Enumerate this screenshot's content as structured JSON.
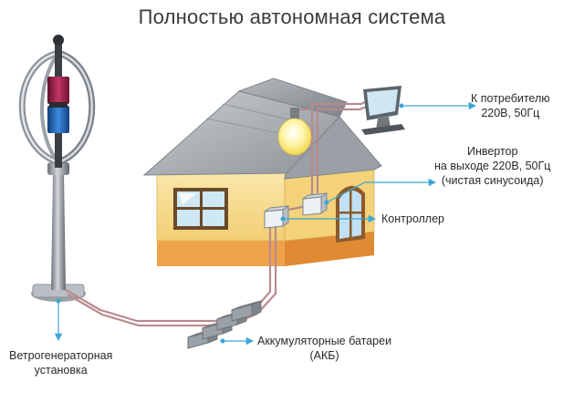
{
  "title": "Полностью автономная система",
  "labels": {
    "consumer": [
      "К потребителю",
      "220В, 50Гц"
    ],
    "inverter": [
      "Инвертор",
      "на выходе 220В, 50Гц",
      "(чистая синусоида)"
    ],
    "controller": "Контроллер",
    "batteries": [
      "Аккумуляторные батареи",
      "(АКБ)"
    ],
    "turbine": [
      "Ветрогенераторная",
      "установка"
    ]
  },
  "colors": {
    "callout": "#3aa6d8",
    "cable": "#b98a8e",
    "roof": "#a9adb2",
    "wall": "#f5d98a",
    "base": "#f0a24a",
    "turbine_red": "#9c1f4a",
    "turbine_blue": "#1f63b5"
  },
  "icons": [
    "wind-turbine-icon",
    "house-icon",
    "light-bulb-icon",
    "monitor-icon",
    "battery-icon",
    "inverter-box-icon",
    "controller-box-icon"
  ]
}
